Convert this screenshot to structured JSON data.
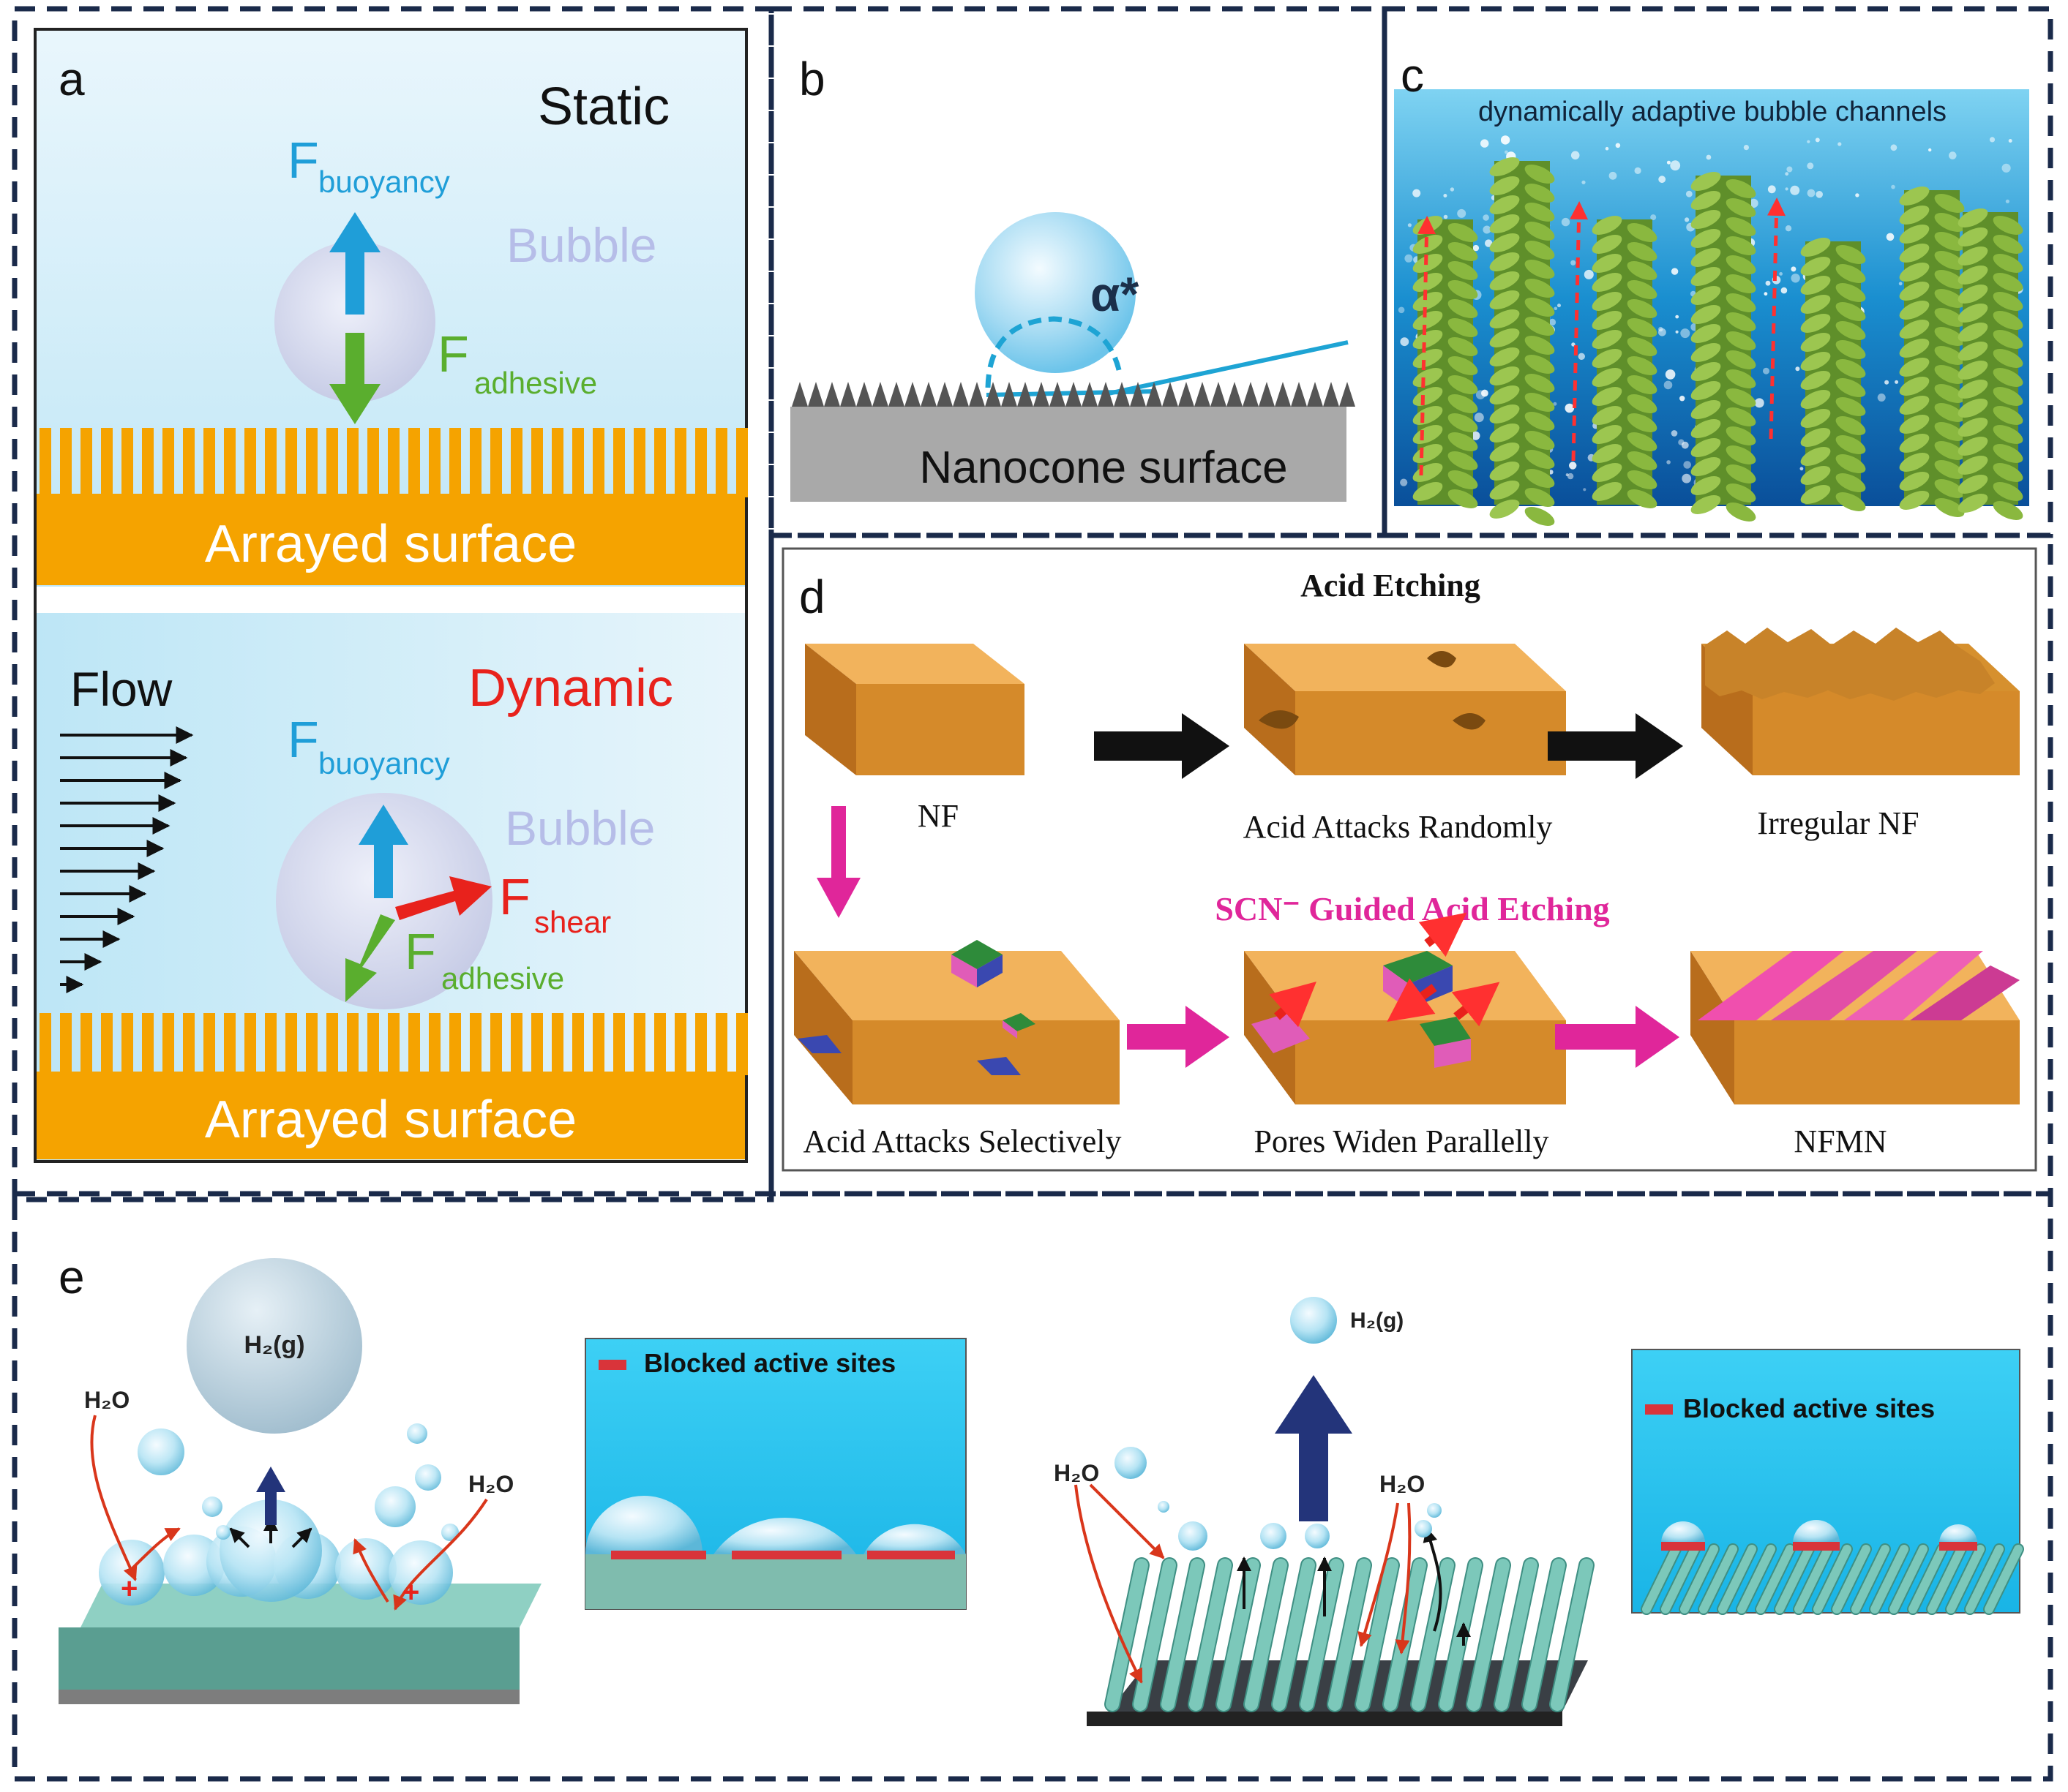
{
  "panels": {
    "a": {
      "label": "a",
      "static": {
        "mode": "Static",
        "bubble": "Bubble",
        "buoyancy_main": "F",
        "buoyancy_sub": "buoyancy",
        "adhesive_main": "F",
        "adhesive_sub": "adhesive",
        "surface": "Arrayed surface"
      },
      "dynamic": {
        "flow": "Flow",
        "mode": "Dynamic",
        "bubble": "Bubble",
        "buoyancy_main": "F",
        "buoyancy_sub": "buoyancy",
        "shear_main": "F",
        "shear_sub": "shear",
        "adhesive_main": "F",
        "adhesive_sub": "adhesive",
        "surface": "Arrayed surface"
      }
    },
    "b": {
      "label": "b",
      "angle": "α*",
      "surface": "Nanocone surface"
    },
    "c": {
      "label": "c",
      "caption": "dynamically adaptive bubble channels"
    },
    "d": {
      "label": "d",
      "top_title": "Acid Etching",
      "top_steps": [
        "NF",
        "Acid Attacks Randomly",
        "Irregular NF"
      ],
      "bottom_title": "SCN⁻ Guided Acid Etching",
      "bottom_steps": [
        "Acid Attacks Selectively",
        "Pores Widen Parallelly",
        "NFMN"
      ]
    },
    "e": {
      "label": "e",
      "h2g": "H₂(g)",
      "h2o": "H₂O",
      "blocked_label": "Blocked active sites"
    }
  },
  "colors": {
    "dashed_border": "#1a2a4a",
    "orange": "#f5a300",
    "buoyancy": "#1f9ed8",
    "adhesive": "#5aae2e",
    "shear": "#e8221c",
    "bubble_text": "#b6bde8",
    "magenta": "#e0269a",
    "nf_orange": "#f0aa55",
    "teal": "#6fbfb3",
    "sky": "#2ec3ef"
  }
}
